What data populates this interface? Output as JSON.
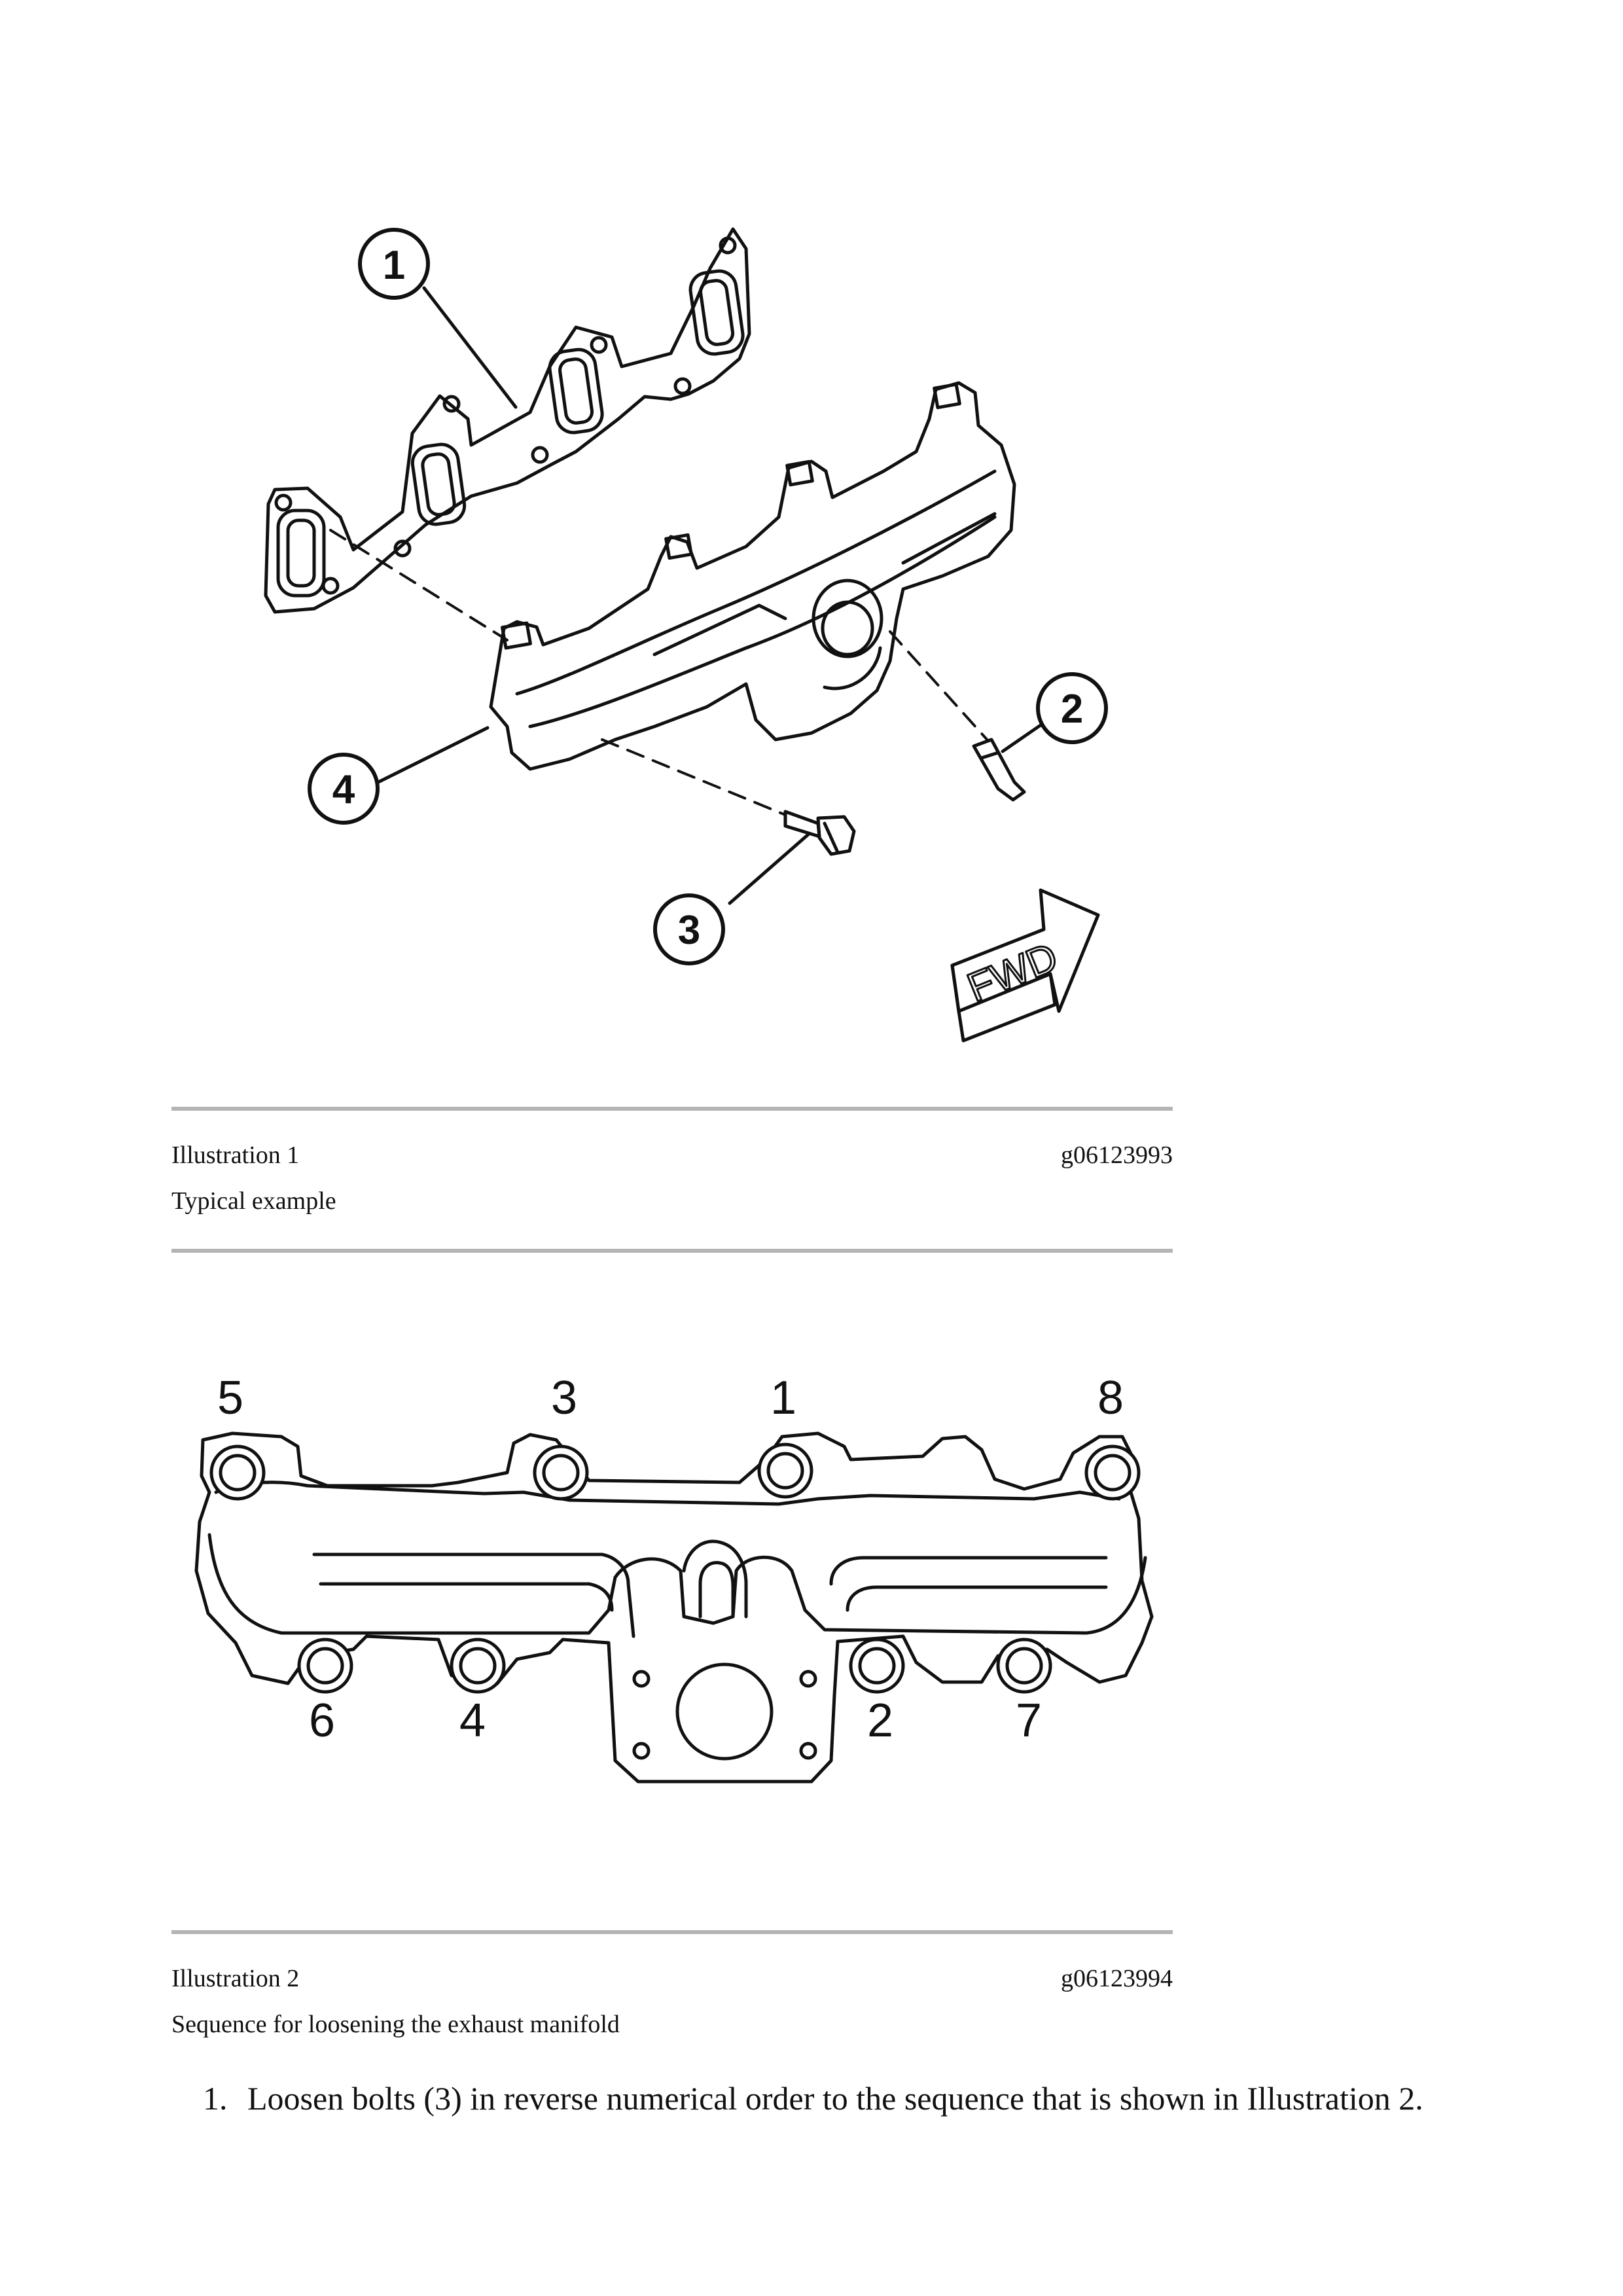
{
  "figure1": {
    "callouts": {
      "c1": "1",
      "c2": "2",
      "c3": "3",
      "c4": "4"
    },
    "fwd_label": "FWD",
    "caption_title": "Illustration 1",
    "caption_id": "g06123993",
    "caption_desc": "Typical example"
  },
  "figure2": {
    "bolt_labels": {
      "b1": "1",
      "b2": "2",
      "b3": "3",
      "b4": "4",
      "b5": "5",
      "b6": "6",
      "b7": "7",
      "b8": "8"
    },
    "caption_title": "Illustration 2",
    "caption_id": "g06123994",
    "caption_desc": "Sequence for loosening the exhaust manifold"
  },
  "steps": [
    {
      "number": "1.",
      "text": "Loosen bolts (3) in reverse numerical order to the sequence that is shown in Illustration 2."
    }
  ]
}
